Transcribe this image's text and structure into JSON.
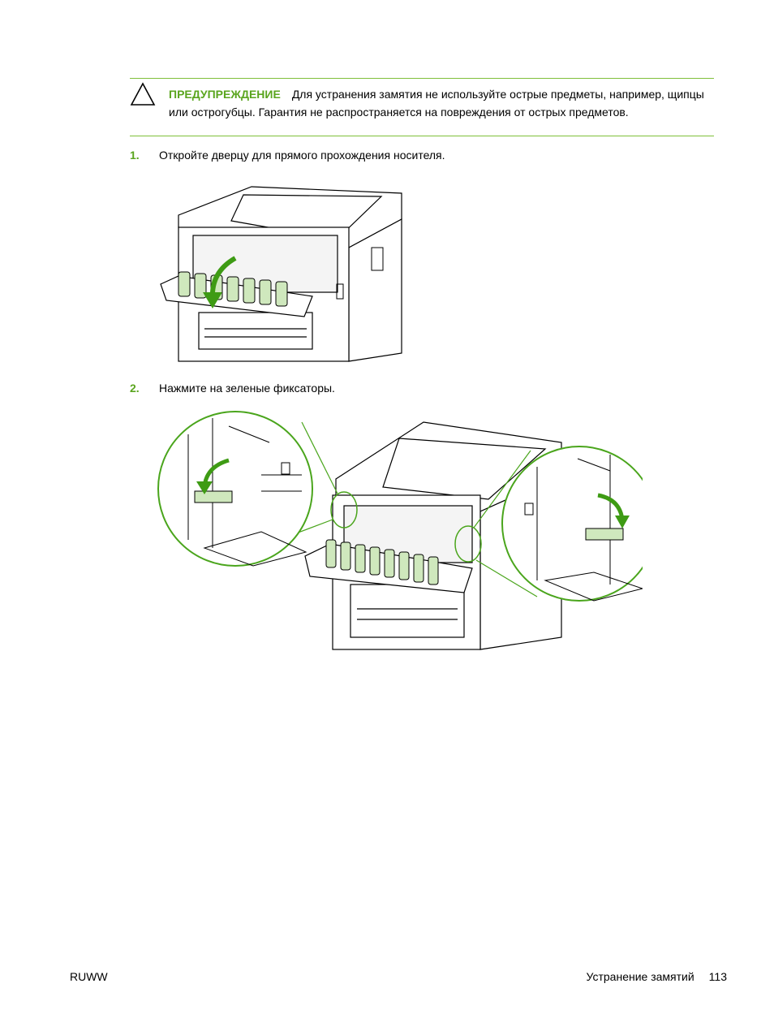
{
  "warning": {
    "label": "ПРЕДУПРЕЖДЕНИЕ",
    "text": "Для устранения замятия не используйте острые предметы, например, щипцы или острогубцы. Гарантия не распространяется на повреждения от острых предметов."
  },
  "steps": [
    {
      "number": "1.",
      "text": "Откройте дверцу для прямого прохождения носителя."
    },
    {
      "number": "2.",
      "text": "Нажмите на зеленые фиксаторы."
    }
  ],
  "colors": {
    "accent": "#5aa51e",
    "rule": "#7fbf3a",
    "green_part": "#cfe8bd"
  },
  "footer": {
    "left": "RUWW",
    "section": "Устранение замятий",
    "page": "113"
  }
}
